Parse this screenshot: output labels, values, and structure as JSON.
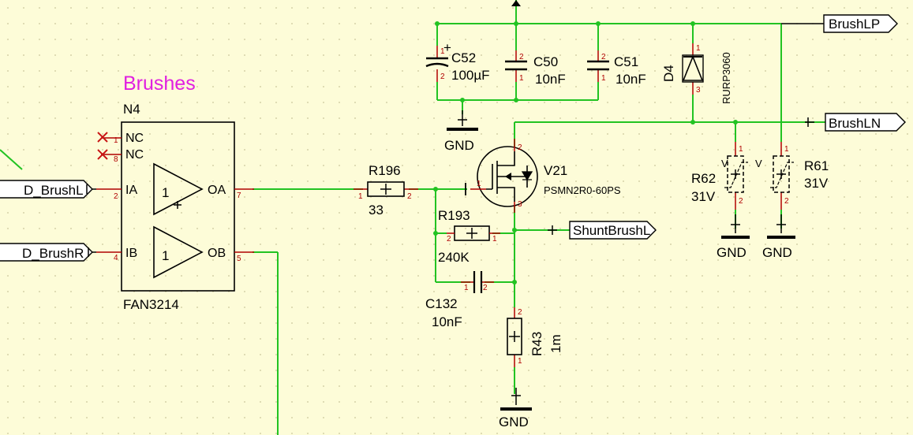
{
  "sheet": {
    "background": "#fdfcd8",
    "grid": true,
    "wire_color": "#22c322",
    "pin_color": "#b00000"
  },
  "title": {
    "text": "Brushes",
    "color": "#e020e0"
  },
  "ic": {
    "designator": "N4",
    "part": "FAN3214",
    "pins": {
      "nc1": {
        "name": "NC",
        "number": "1"
      },
      "nc8": {
        "name": "NC",
        "number": "8"
      },
      "ia": {
        "name": "IA",
        "number": "2"
      },
      "ib": {
        "name": "IB",
        "number": "4"
      },
      "oa": {
        "name": "OA",
        "number": "7"
      },
      "ob": {
        "name": "OB",
        "number": "5"
      }
    },
    "gate_a_label": "1",
    "gate_b_label": "1"
  },
  "ports": {
    "d_brush_l": "D_BrushL",
    "d_brush_r": "D_BrushR",
    "brush_lp": {
      "text": "BrushLP",
      "color": "#e020e0"
    },
    "brush_ln": "BrushLN",
    "shunt_brush_l": "ShuntBrushL"
  },
  "components": {
    "r196": {
      "designator": "R196",
      "value": "33",
      "pin_a": "1",
      "pin_b": "2"
    },
    "r193": {
      "designator": "R193",
      "value": "240K",
      "pin_a": "2",
      "pin_b": "1"
    },
    "c132": {
      "designator": "C132",
      "value": "10nF",
      "pin_a": "1",
      "pin_b": "2"
    },
    "r43": {
      "designator": "R43",
      "value": "1m",
      "pin_top": "2",
      "pin_bottom": "1"
    },
    "v21": {
      "designator": "V21",
      "part": "PSMN2R0-60PS",
      "pin_drain": "2",
      "pin_gate": "1",
      "pin_source": "3"
    },
    "c52": {
      "designator": "C52",
      "value": "100µF",
      "pin_top": "1",
      "pin_bottom": "2",
      "polarity": "+"
    },
    "c50": {
      "designator": "C50",
      "value": "10nF",
      "pin_top": "2",
      "pin_bottom": "1"
    },
    "c51": {
      "designator": "C51",
      "value": "10nF",
      "pin_top": "2",
      "pin_bottom": "1"
    },
    "d4": {
      "designator": "D4",
      "part": "RURP3060",
      "pin_top": "1",
      "pin_bottom": "3"
    },
    "r62": {
      "designator": "R62",
      "value": "31V",
      "pin_top": "1",
      "pin_bottom": "2",
      "mark": "V"
    },
    "r61": {
      "designator": "R61",
      "value": "31V",
      "pin_top": "1",
      "pin_bottom": "2",
      "mark": "V"
    }
  },
  "gnd": {
    "label": "GND"
  }
}
